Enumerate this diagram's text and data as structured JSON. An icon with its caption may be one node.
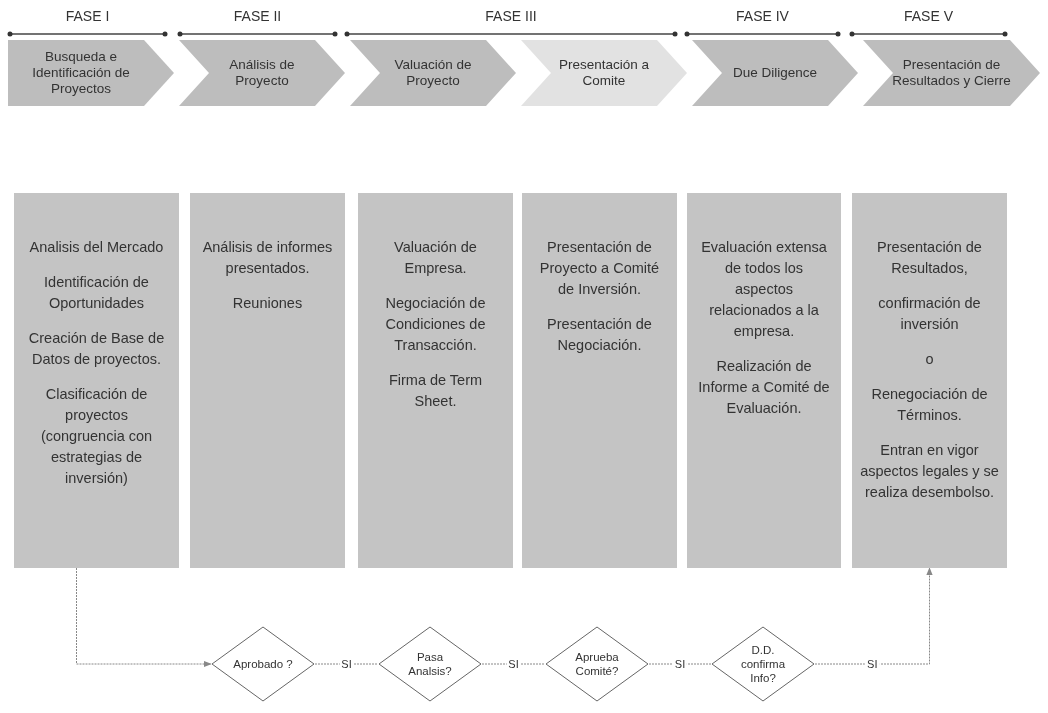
{
  "diagram": {
    "nodes": [
      {
        "text": [
          "Busqueda e Identificación de Proyectos"
        ]
      },
      {
        "text": [
          "Análisis de Proyecto"
        ]
      },
      {
        "text": [
          "Valuación de Proyecto"
        ]
      },
      {
        "text": [
          "Presentación a Comite"
        ]
      },
      {
        "text": [
          "Due Diligence"
        ]
      },
      {
        "text": [
          "Presentación de Resultados y Cierre"
        ]
      },
      {
        "text": [
          "Analisis del Mercado",
          "Identificación de Oportunidades",
          "Creación de Base de Datos de proyectos.",
          "Clasificación de proyectos (congruencia con estrategias de inversión)"
        ]
      },
      {
        "text": [
          "Análisis de informes presentados.",
          "Reuniones"
        ]
      },
      {
        "text": [
          "Valuación de Empresa.",
          "Negociación de Condiciones de Transacción.",
          "Firma de Term Sheet."
        ]
      },
      {
        "text": [
          "Presentación de Proyecto a Comité de Inversión.",
          "Presentación de Negociación."
        ]
      },
      {
        "text": [
          "Evaluación extensa de todos los aspectos relacionados a la empresa.",
          "Realización de Informe a Comité de Evaluación."
        ]
      },
      {
        "text": [
          "Presentación de Resultados,",
          "confirmación de inversión",
          "o",
          "Renegociación de Términos.",
          "Entran en vigor aspectos legales y se realiza desembolso."
        ]
      },
      {
        "text": [
          "Aprobado ?"
        ]
      },
      {
        "text": [
          "Pasa Analsis?"
        ]
      },
      {
        "text": [
          "Aprueba Comité?"
        ]
      },
      {
        "text": [
          "D.D. confirma Info?"
        ]
      }
    ],
    "edges": [
      {
        "from": 6,
        "to": 12,
        "arrow": "to"
      },
      {
        "from": 12,
        "to": 13,
        "arrow": "none",
        "label": "SI"
      },
      {
        "from": 13,
        "to": 14,
        "arrow": "none",
        "label": "SI"
      },
      {
        "from": 14,
        "to": 15,
        "arrow": "none",
        "label": "SI"
      },
      {
        "from": 15,
        "to": 11,
        "arrow": "to",
        "label": "SI"
      }
    ],
    "labels": [
      "FASE I",
      "FASE II",
      "FASE III",
      "FASE IV",
      "FASE V"
    ]
  }
}
